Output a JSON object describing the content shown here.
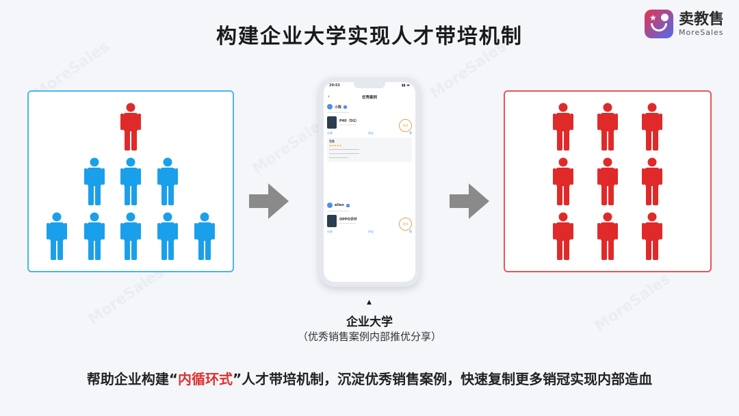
{
  "title": "构建企业大学实现人才带培机制",
  "logo": {
    "cn": "卖教售",
    "en": "MoreSales"
  },
  "watermark": "MoreSales",
  "colors": {
    "blue": "#1aa0ea",
    "red": "#e02a2a",
    "arrow": "#8a8a8a",
    "highlight": "#e03030"
  },
  "phone": {
    "status_time": "20:53",
    "screen_title": "优秀案例",
    "cards": [
      {
        "user": "小陈",
        "product": "P40（5G）",
        "stamp": "优秀"
      },
      {
        "user": "ellen",
        "product": "OPPO手环",
        "stamp": "优秀"
      }
    ],
    "actions": [
      "分享",
      "评论",
      "赞"
    ],
    "stars": "★★★★★",
    "reviewer": "范勇"
  },
  "caption": {
    "main": "企业大学",
    "sub": "（优秀销售案例内部推优分享）"
  },
  "bottom": {
    "before": "帮助企业构建“",
    "highlight": "内循环式",
    "after": "”人才带培机制，沉淀优秀销售案例，快速复制更多销冠实现内部造血"
  }
}
